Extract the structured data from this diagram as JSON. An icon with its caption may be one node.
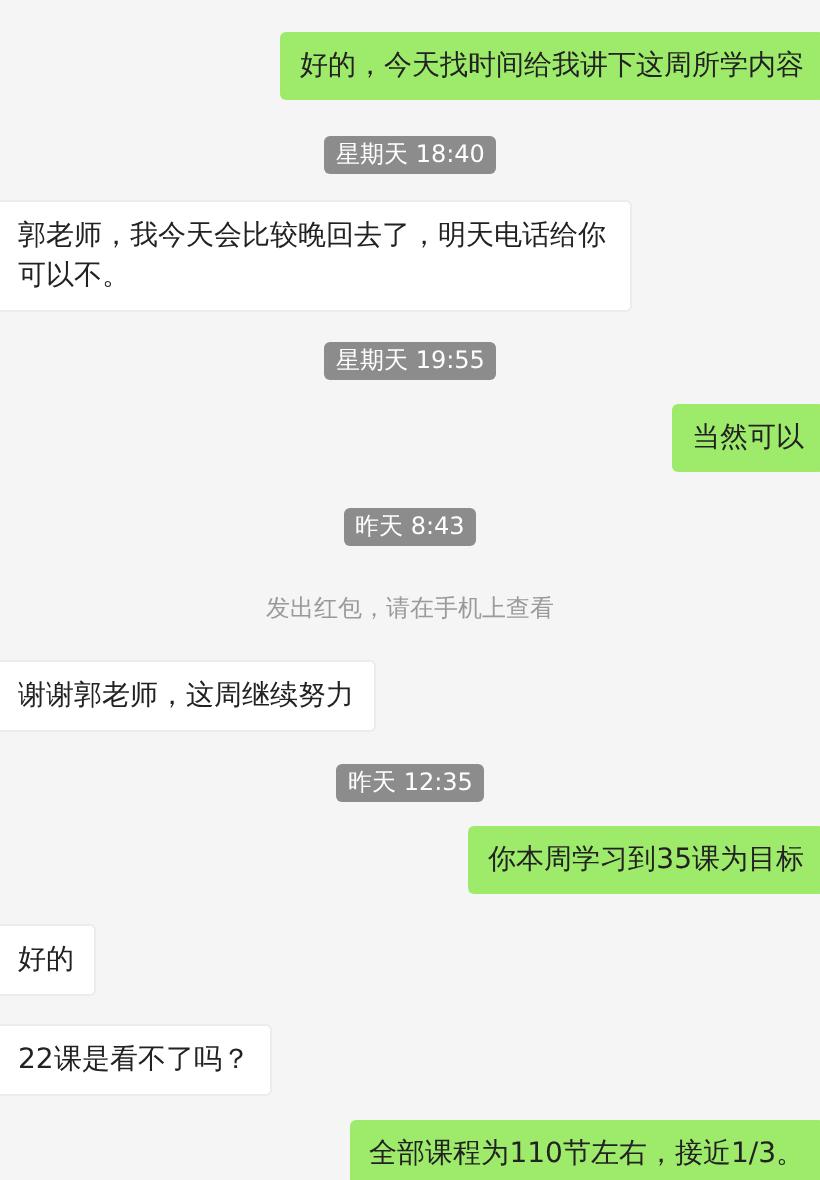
{
  "diagram": {
    "nodes": [
      {
        "text": [
          "好的，今天找时间给我讲下这周所学内容"
        ]
      },
      {
        "text": [
          "星期天 18:40"
        ]
      },
      {
        "text": [
          "郭老师，我今天会比较晚回去了，明天电话给你可以不。"
        ]
      },
      {
        "text": [
          "星期天 19:55"
        ]
      },
      {
        "text": [
          "当然可以"
        ]
      },
      {
        "text": [
          "昨天 8:43"
        ]
      },
      {
        "text": [
          "谢谢郭老师，这周继续努力"
        ]
      },
      {
        "text": [
          "昨天 12:35"
        ]
      },
      {
        "text": [
          "你本周学习到35课为目标"
        ]
      },
      {
        "text": [
          "好的"
        ]
      },
      {
        "text": [
          "22课是看不了吗？"
        ]
      },
      {
        "text": [
          "全部课程为110节左右，接近1/3。"
        ]
      }
    ],
    "labels": [
      "发出红包，请在手机上查看"
    ]
  }
}
